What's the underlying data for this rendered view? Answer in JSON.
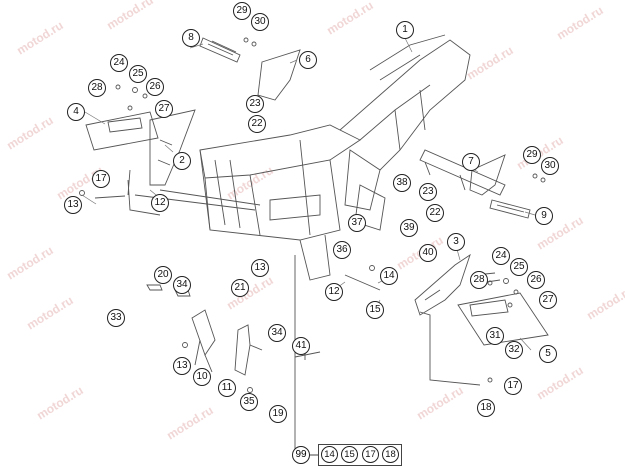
{
  "watermark_text": "motod.ru",
  "callouts": {
    "c1": "1",
    "c2": "2",
    "c3": "3",
    "c4": "4",
    "c5": "5",
    "c6": "6",
    "c7": "7",
    "c8": "8",
    "c9": "9",
    "c10": "10",
    "c11": "11",
    "c12a": "12",
    "c12b": "12",
    "c13a": "13",
    "c13b": "13",
    "c13c": "13",
    "c14a": "14",
    "c15a": "15",
    "c17a": "17",
    "c17b": "17",
    "c18": "18",
    "c19": "19",
    "c20": "20",
    "c21": "21",
    "c22a": "22",
    "c22b": "22",
    "c23a": "23",
    "c23b": "23",
    "c24a": "24",
    "c24b": "24",
    "c25a": "25",
    "c25b": "25",
    "c26a": "26",
    "c26b": "26",
    "c27a": "27",
    "c27b": "27",
    "c28a": "28",
    "c28b": "28",
    "c29a": "29",
    "c29b": "29",
    "c30a": "30",
    "c30b": "30",
    "c31": "31",
    "c32": "32",
    "c33": "33",
    "c34a": "34",
    "c34b": "34",
    "c35": "35",
    "c36": "36",
    "c37": "37",
    "c38": "38",
    "c39": "39",
    "c40": "40",
    "c41": "41"
  },
  "kit": {
    "main": "99",
    "items": [
      "14",
      "15",
      "17",
      "18"
    ]
  }
}
